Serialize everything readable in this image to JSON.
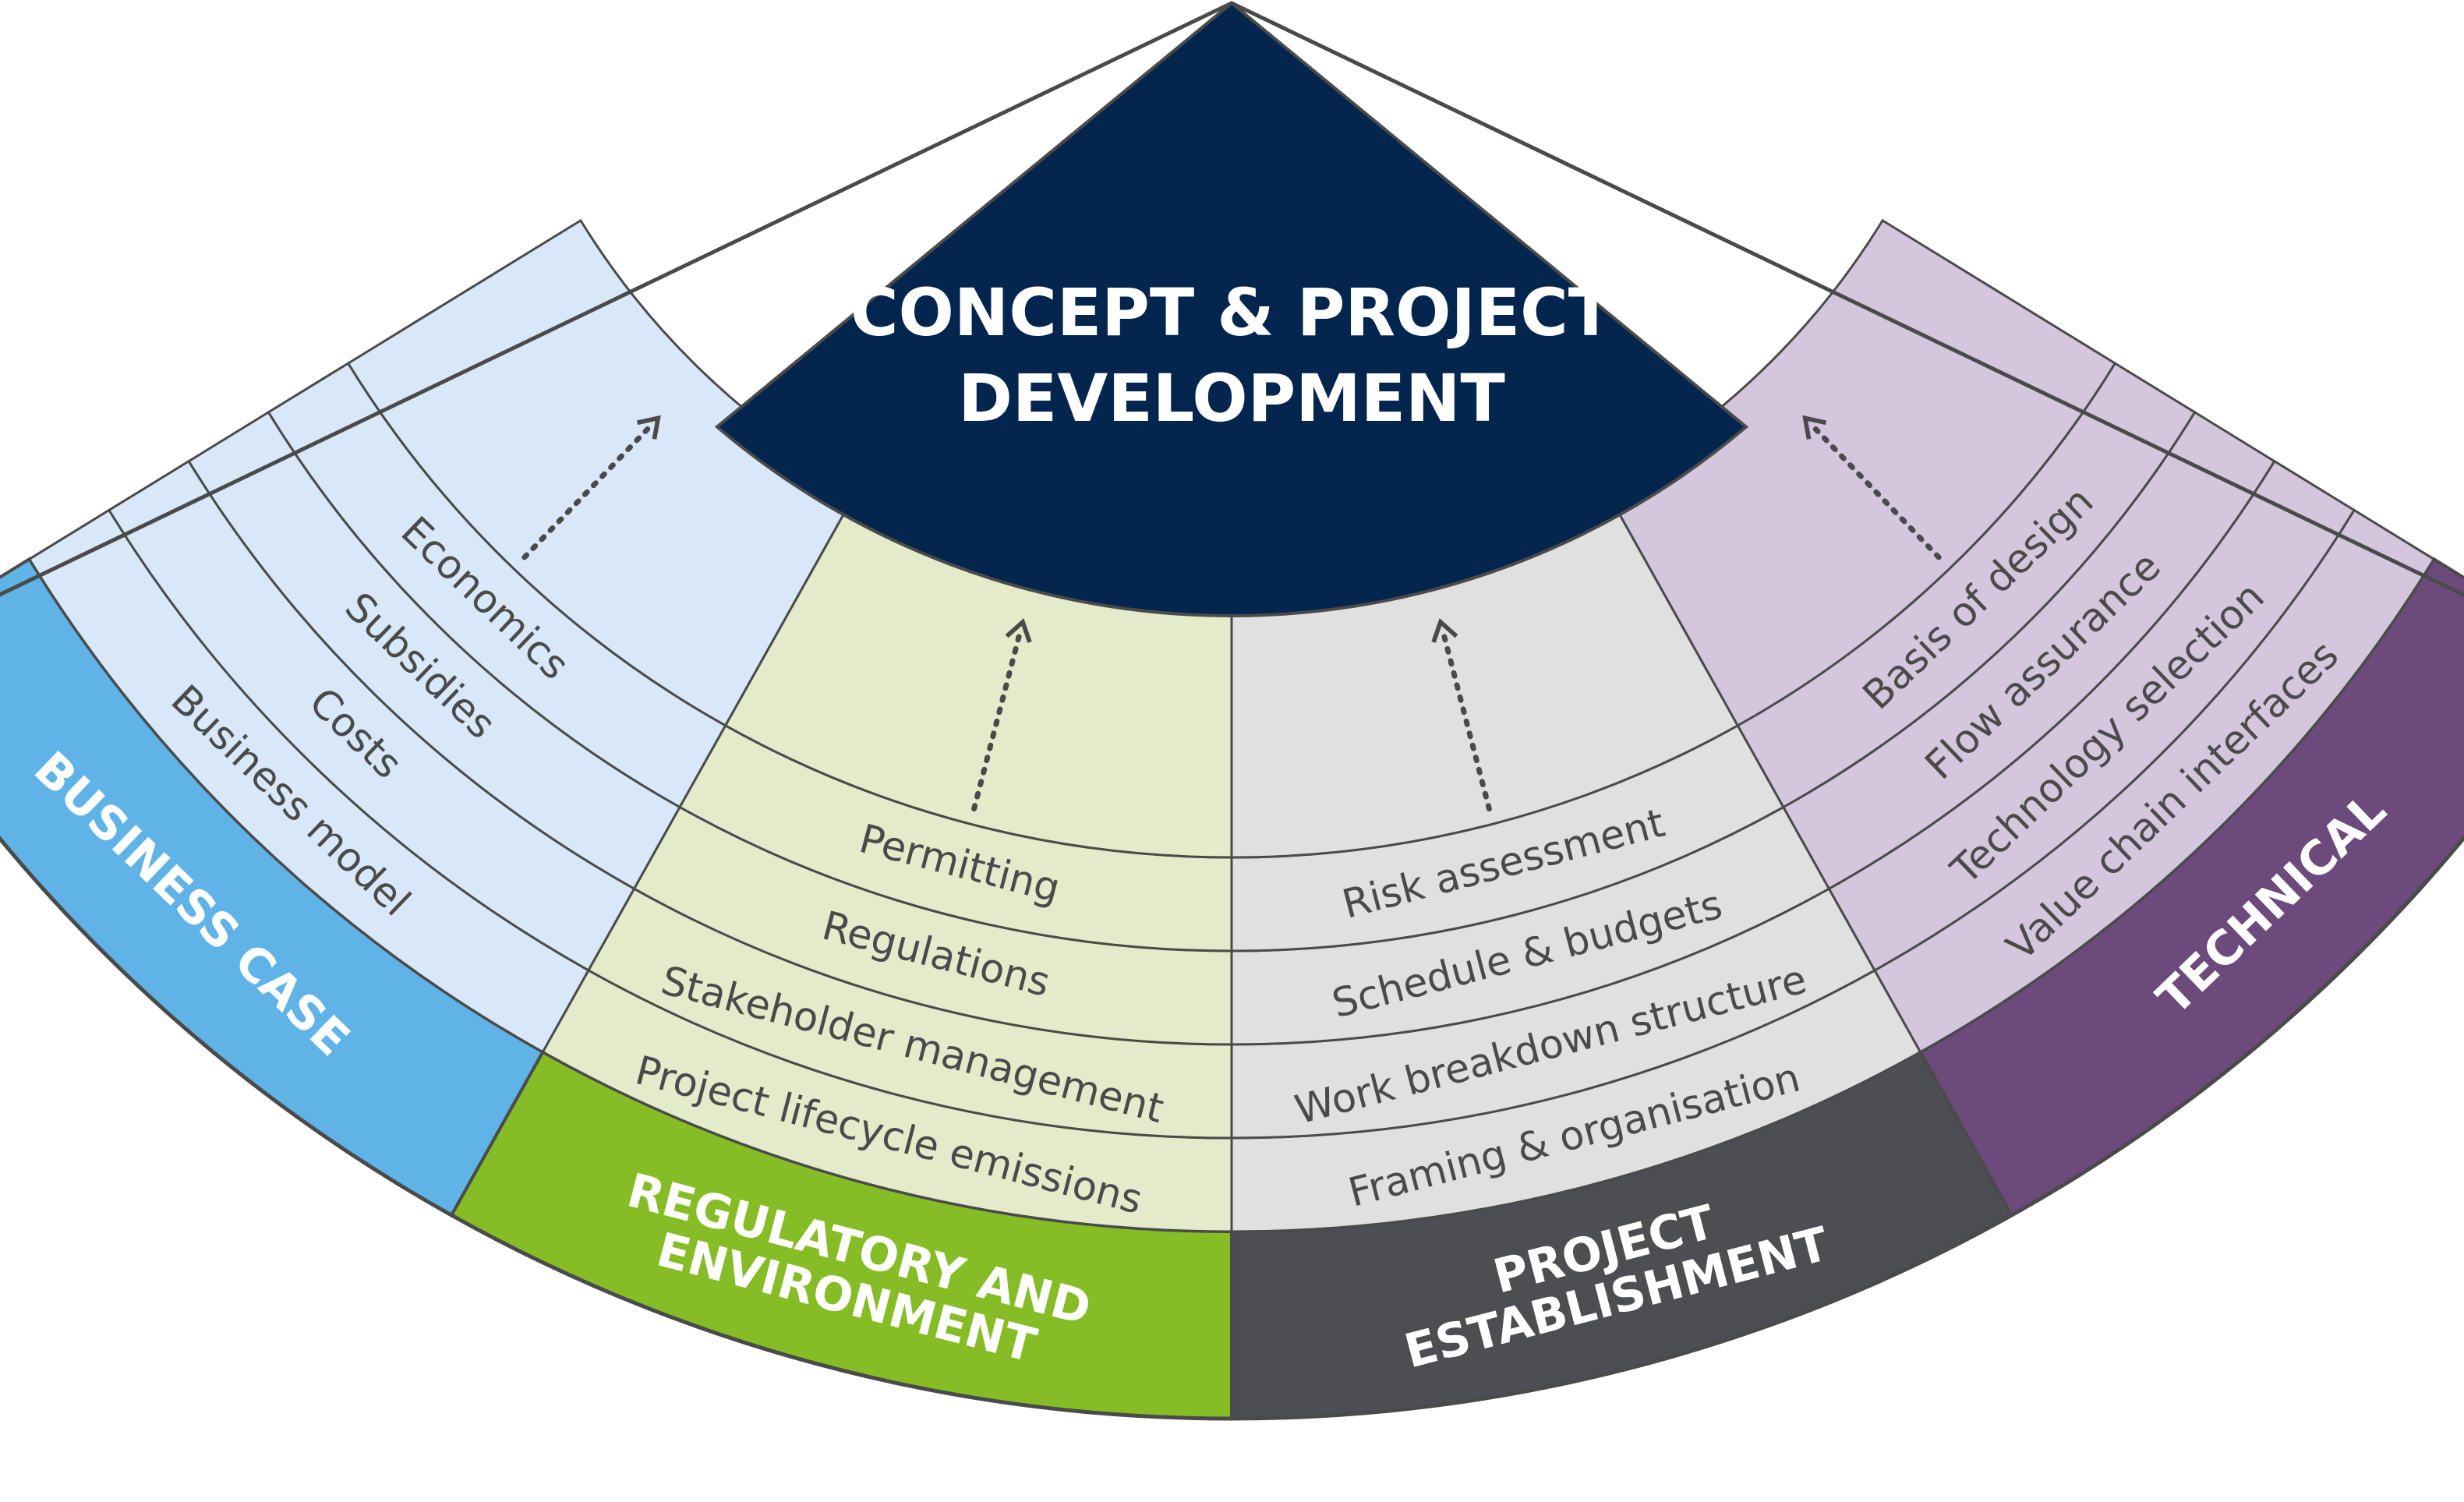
{
  "title_lines": [
    "CONCEPT & PROJECT",
    "DEVELOPMENT"
  ],
  "colors": {
    "center": "#04254d",
    "outline": "#4a4a4a",
    "item_text": "#4a4a4a",
    "arrow": "#4a4a4a"
  },
  "sectors": [
    {
      "id": "business-case",
      "category_lines": [
        "BUSINESS CASE"
      ],
      "category_color": "#5fb3e6",
      "band_color": "#d9e8f8",
      "arrow_icon": "dotted-arrow-up-icon",
      "items": [
        "Business model",
        "Costs",
        "Subsidies",
        "Economics"
      ]
    },
    {
      "id": "regulatory-environment",
      "category_lines": [
        "REGULATORY AND",
        "ENVIRONMENT"
      ],
      "category_color": "#86bc25",
      "band_color": "#e3ebca",
      "arrow_icon": "dotted-arrow-up-icon",
      "items": [
        "Project lifecycle emissions",
        "Stakeholder management",
        "Regulations",
        "Permitting"
      ]
    },
    {
      "id": "project-establishment",
      "category_lines": [
        "PROJECT",
        "ESTABLISHMENT"
      ],
      "category_color": "#4d4e51",
      "band_color": "#e0e0e0",
      "arrow_icon": "dotted-arrow-up-icon",
      "items": [
        "Framing & organisation",
        "Work breakdown structure",
        "Schedule & budgets",
        "Risk assessment"
      ]
    },
    {
      "id": "technical",
      "category_lines": [
        "TECHNICAL"
      ],
      "category_color": "#6c4a7c",
      "band_color": "#d3c6dd",
      "arrow_icon": "dotted-arrow-up-icon",
      "items": [
        "Value chain interfaces",
        "Technology selection",
        "Flow assurance",
        "Basis of design"
      ]
    }
  ]
}
